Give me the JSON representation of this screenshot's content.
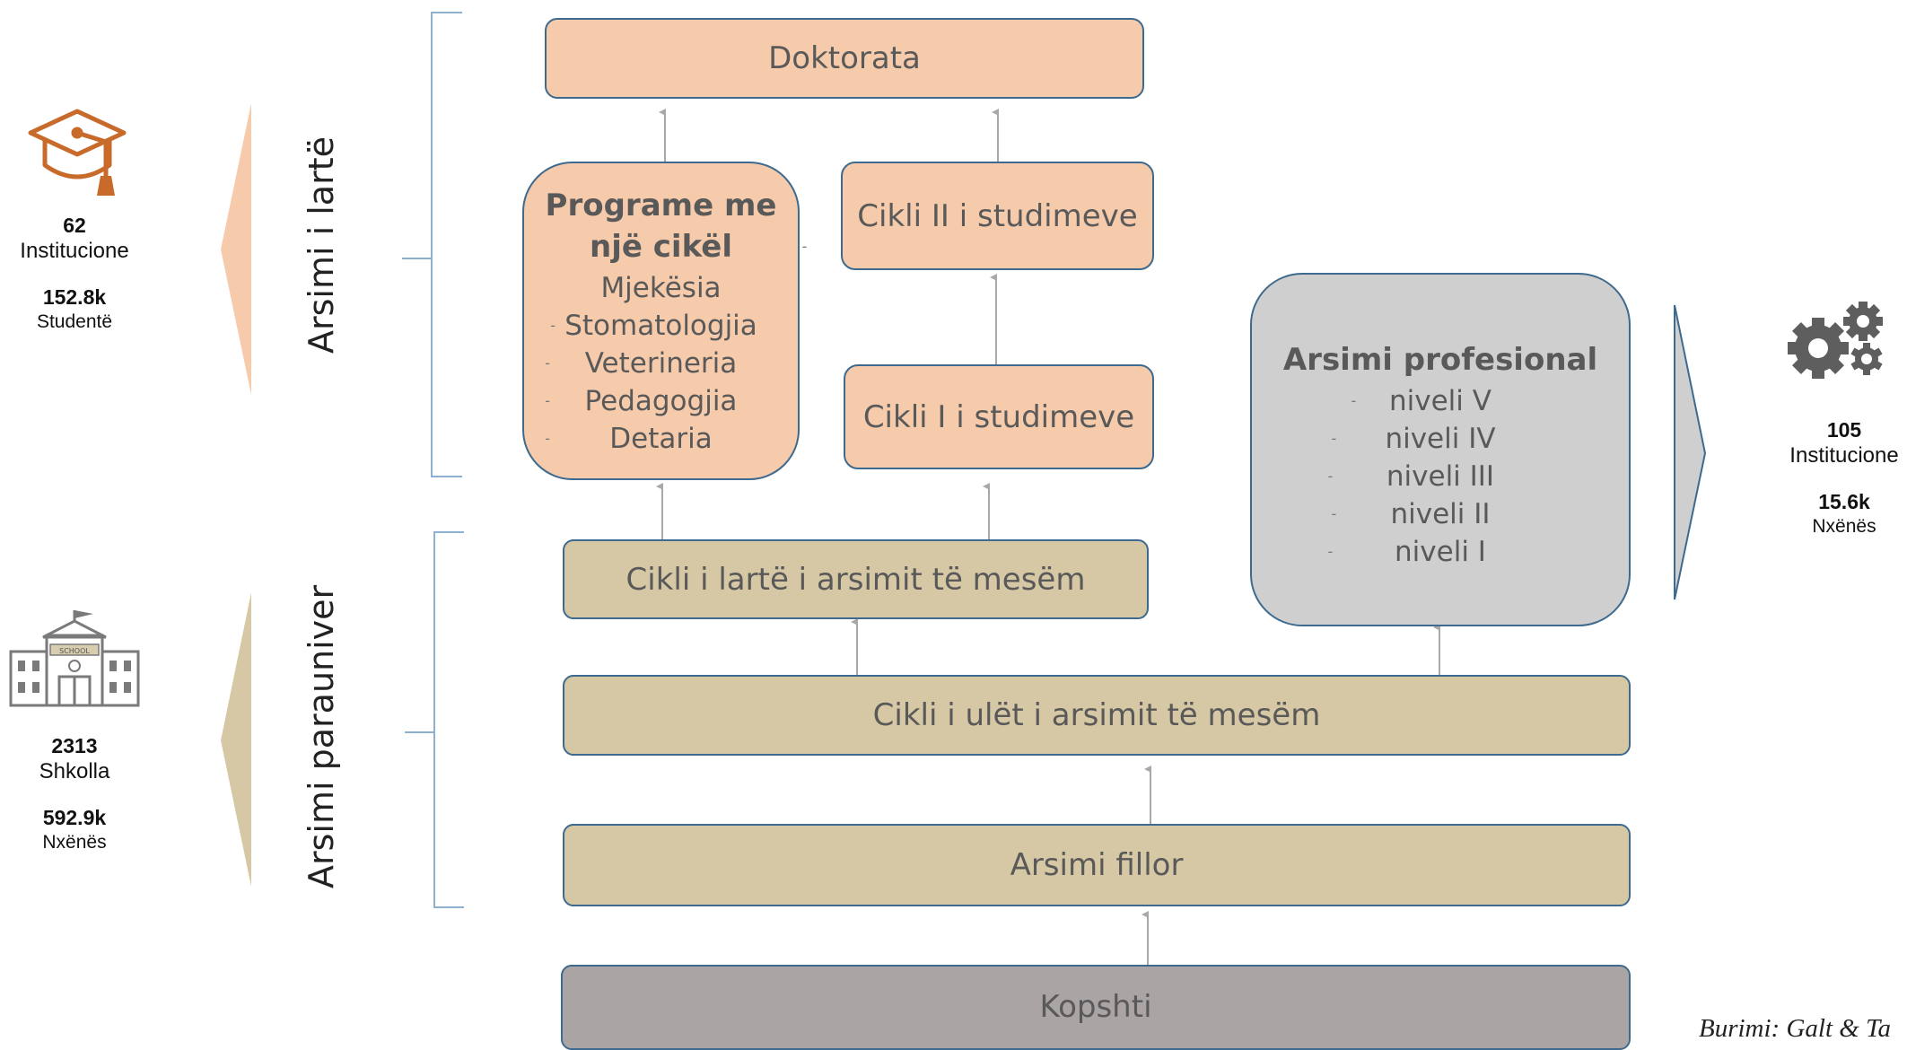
{
  "higher_ed": {
    "label": "Arsimi i lartë",
    "institutions_count": "62",
    "institutions_label": "Institucione",
    "students_count": "152.8k",
    "students_label": "Studentë"
  },
  "pre_university": {
    "label": "Arsimi parauniversitar",
    "schools_count": "2313",
    "schools_label": "Shkolla",
    "pupils_count": "592.9k",
    "pupils_label": "Nxënës"
  },
  "vocational_stats": {
    "institutions_count": "105",
    "institutions_label": "Institucione",
    "pupils_count": "15.6k",
    "pupils_label": "Nxënës"
  },
  "boxes": {
    "doctorate": "Doktorata",
    "one_cycle_title_1": "Programe me",
    "one_cycle_title_2": "një cikël",
    "one_cycle_items": [
      "Mjekësia",
      "Stomatologjia",
      "Veterineria",
      "Pedagogjia",
      "Detaria"
    ],
    "second_cycle": "Cikli II i studimeve",
    "first_cycle": "Cikli I i studimeve",
    "vocational_title": "Arsimi profesional",
    "vocational_levels": [
      "niveli V",
      "niveli IV",
      "niveli III",
      "niveli II",
      "niveli I"
    ],
    "upper_secondary": "Cikli i lartë i arsimit të mesëm",
    "lower_secondary": "Cikli i ulët i arsimit të mesëm",
    "primary": "Arsimi fillor",
    "kindergarten": "Kopshti"
  },
  "source": "Burimi: Galt & Ta",
  "colors": {
    "peach": "#f6cbab",
    "tan": "#d6c8a4",
    "light_gray": "#cfcfcf",
    "dark_gray": "#aaa5a4",
    "border": "#3d6a8e",
    "icon_orange": "#c86a2a"
  }
}
